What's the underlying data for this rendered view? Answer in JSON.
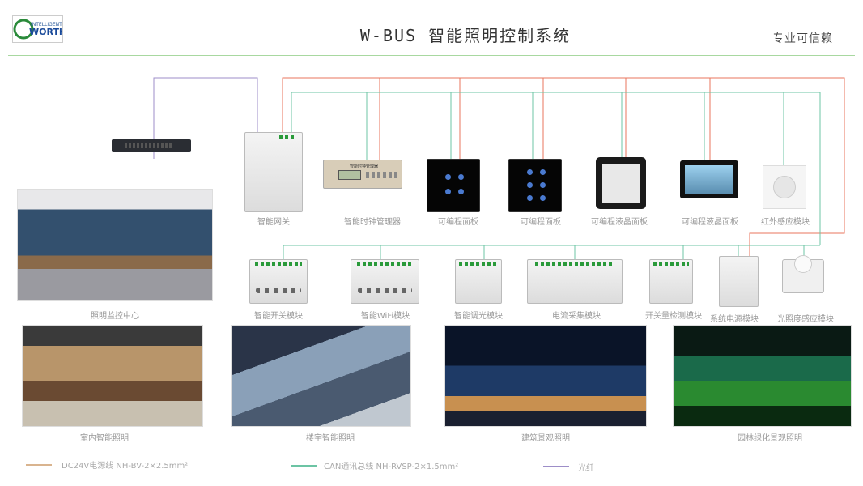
{
  "header": {
    "logo_text": "WORTH",
    "logo_sub": "INTELLIGENT",
    "title": "W-BUS 智能照明控制系统",
    "slogan": "专业可信赖"
  },
  "colors": {
    "power_line": "#e8765c",
    "can_line": "#6cc4a4",
    "fiber_line": "#9d8ec8",
    "divider": "#a8d8a0"
  },
  "top_devices": [
    {
      "label": "智能网关",
      "icon": "gateway"
    },
    {
      "label": "智能时钟管理器",
      "icon": "clock-manager",
      "screen_title": "智能时钟管理器"
    },
    {
      "label": "可编程面板",
      "icon": "switch-panel-4"
    },
    {
      "label": "可编程面板",
      "icon": "switch-panel-6"
    },
    {
      "label": "可编程液晶面板",
      "icon": "lcd-panel"
    },
    {
      "label": "可编程液晶面板",
      "icon": "lcd-panel-wide"
    },
    {
      "label": "红外感应模块",
      "icon": "ir-sensor"
    }
  ],
  "control_center": {
    "label": "照明监控中心"
  },
  "bottom_modules": [
    {
      "label": "智能开关模块"
    },
    {
      "label": "智能WiFi模块"
    },
    {
      "label": "智能调光模块"
    },
    {
      "label": "电流采集模块"
    },
    {
      "label": "开关量检测模块"
    },
    {
      "label": "系统电源模块"
    },
    {
      "label": "光照度感应模块"
    }
  ],
  "applications": [
    {
      "label": "室内智能照明"
    },
    {
      "label": "楼宇智能照明"
    },
    {
      "label": "建筑景观照明"
    },
    {
      "label": "园林绿化景观照明"
    }
  ],
  "legend": [
    {
      "label": "DC24V电源线 NH-BV-2×2.5mm²",
      "color": "#d9b48f"
    },
    {
      "label": "CAN通讯总线 NH-RVSP-2×1.5mm²",
      "color": "#6cc4a4"
    },
    {
      "label": "光纤",
      "color": "#9d8ec8"
    }
  ]
}
